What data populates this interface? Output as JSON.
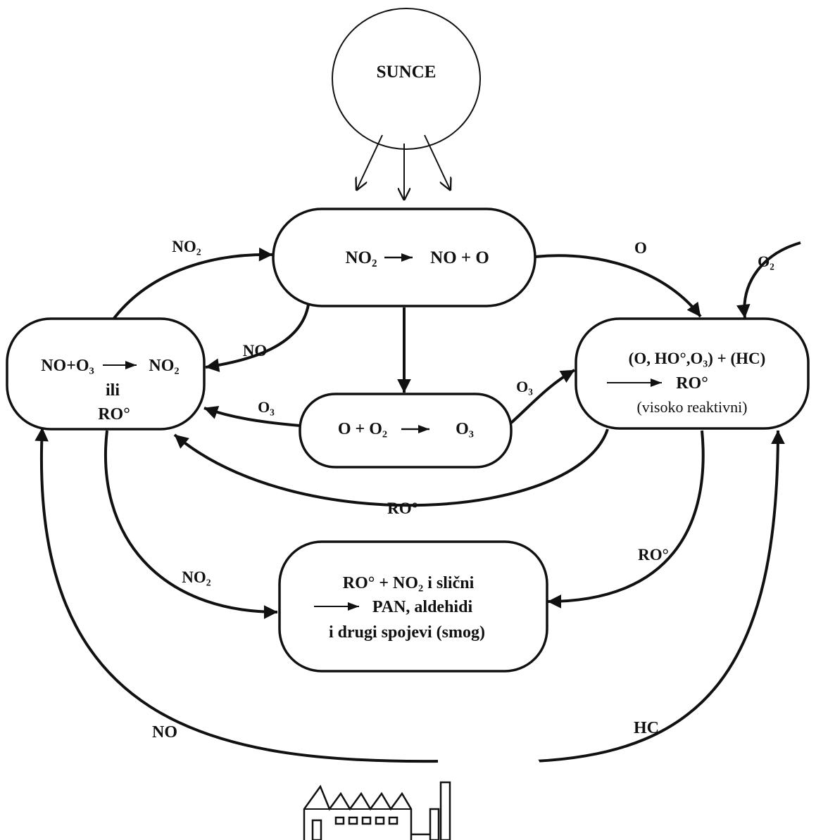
{
  "nodes": {
    "sun": {
      "label": "SUNCE"
    },
    "photolysis": {
      "reactant": "NO₂",
      "product": "NO + O"
    },
    "ozone_formation": {
      "reactant": "O + O₂",
      "product": "O₃"
    },
    "no_oxidation": {
      "reactant": "NO+O₃",
      "product": "NO₂",
      "line2": "ili",
      "line3": "RO°"
    },
    "radical_formation": {
      "line1": "(O, HO°,O₃) + (HC)",
      "line2": "RO°",
      "line3": "(visoko reaktivni)"
    },
    "smog": {
      "line1": "RO° + NO₂ i slični",
      "line2": "PAN, aldehidi",
      "line3": "i drugi spojevi (smog)"
    }
  },
  "edges": {
    "left_to_photolysis": "NO₂",
    "photolysis_to_left": "NO",
    "photolysis_to_radical": "O",
    "o2_input": "O₂",
    "ozone_to_left": "O₃",
    "ozone_to_radical": "O₃",
    "radical_to_left": "RO°",
    "left_to_smog": "NO₂",
    "radical_to_smog": "RO°",
    "factory_no": "NO",
    "factory_hc": "HC"
  },
  "colors": {
    "ink": "#111111",
    "background": "#ffffff"
  },
  "icons": {
    "emission_source": "factory-icon"
  }
}
